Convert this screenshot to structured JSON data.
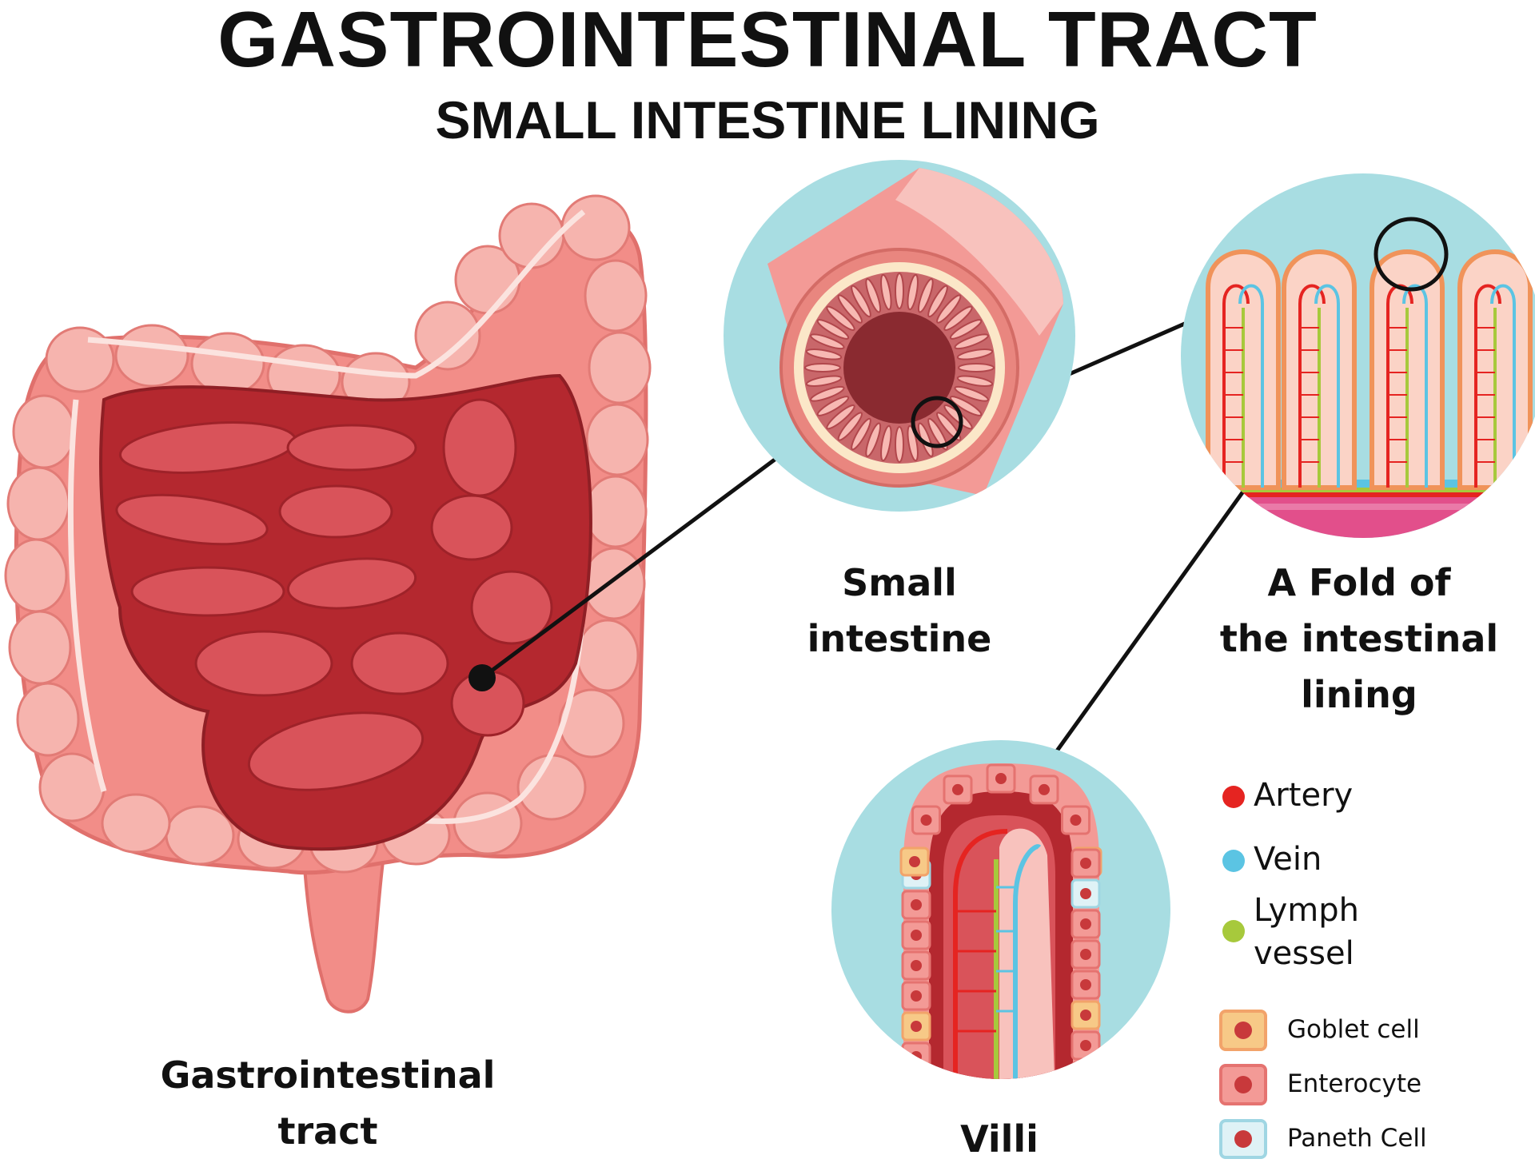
{
  "title": "GASTROINTESTINAL TRACT",
  "subtitle": "SMALL INTESTINE LINING",
  "labels": {
    "gi_tract": [
      "Gastrointestinal",
      "tract"
    ],
    "small_intestine": [
      "Small",
      "intestine"
    ],
    "fold": [
      "A Fold of",
      "the intestinal",
      "lining"
    ],
    "villi": "Villi"
  },
  "legend": {
    "vessels": [
      {
        "label": "Artery",
        "color": "#e52421"
      },
      {
        "label": "Vein",
        "color": "#5bc4e3"
      },
      {
        "label_lines": [
          "Lymph",
          "vessel"
        ],
        "color": "#a7c93c"
      }
    ],
    "cells": [
      {
        "label": "Goblet cell",
        "fill": "#f7c987",
        "border": "#f2a36a",
        "core": "#c8393b"
      },
      {
        "label": "Enterocyte",
        "fill": "#f39a96",
        "border": "#e57370",
        "core": "#c8393b"
      },
      {
        "label": "Paneth Cell",
        "fill": "#dff2f6",
        "border": "#9fd6e3",
        "core": "#c8393b"
      }
    ]
  },
  "colors": {
    "colon": "#f28d88",
    "colon_light": "#f6b4ae",
    "small_intestine": "#b4282f",
    "small_intestine_loop": "#d9535a",
    "circle_bg": "#a8dde2",
    "line": "#111111"
  }
}
